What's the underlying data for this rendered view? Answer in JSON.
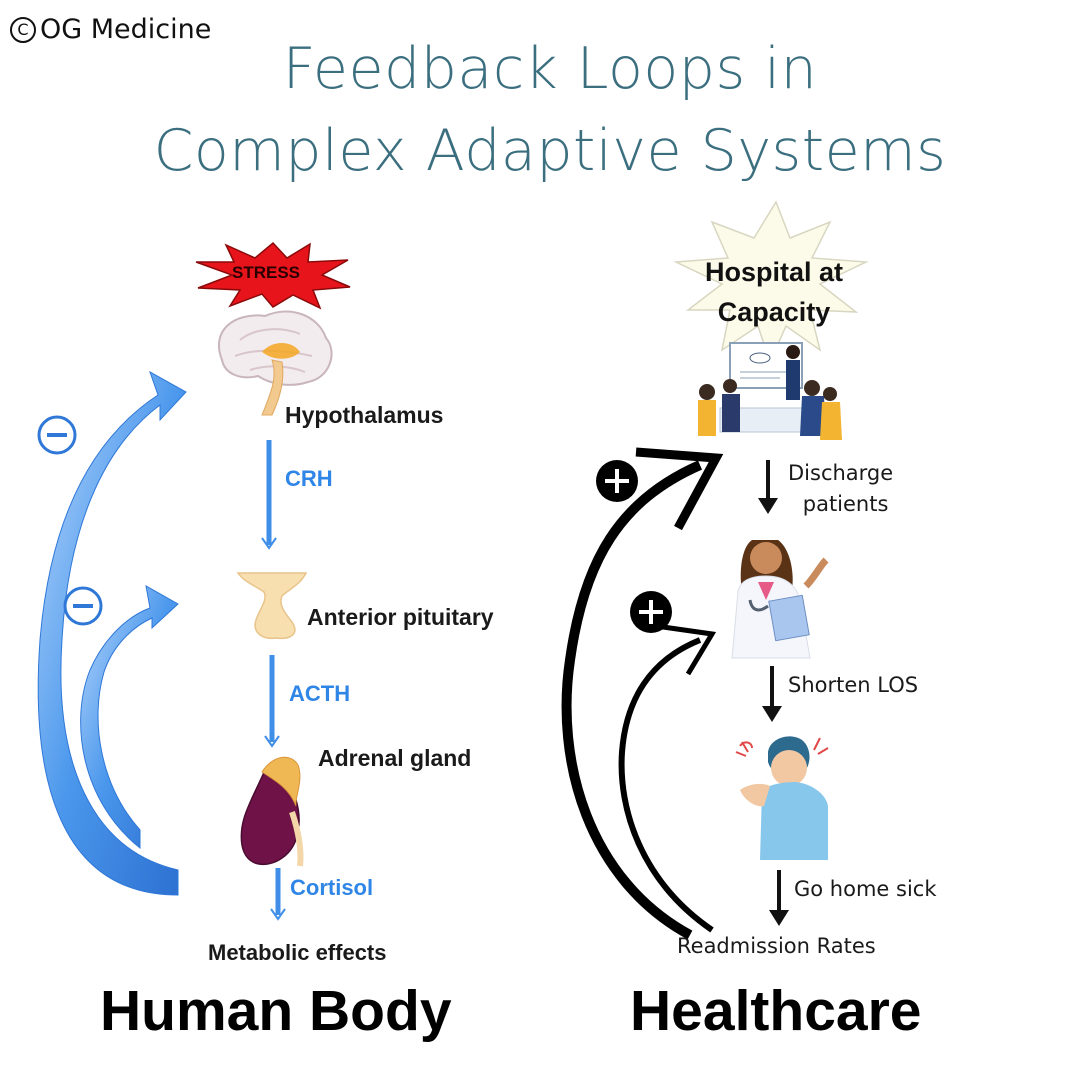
{
  "copyright": {
    "symbol": "C",
    "text": "OG Medicine"
  },
  "title": {
    "line1": "Feedback Loops in",
    "line2": "Complex Adaptive Systems"
  },
  "human_body": {
    "trigger": "STRESS",
    "organs": {
      "hypothalamus": "Hypothalamus",
      "pituitary": "Anterior pituitary",
      "adrenal": "Adrenal gland"
    },
    "hormones": {
      "crh": "CRH",
      "acth": "ACTH",
      "cortisol": "Cortisol"
    },
    "outcome": "Metabolic effects",
    "feedback_sign": "negative",
    "section_label": "Human Body"
  },
  "healthcare": {
    "trigger_line1": "Hospital at",
    "trigger_line2": "Capacity",
    "steps": {
      "discharge_line1": "Discharge",
      "discharge_line2": "patients",
      "shorten": "Shorten LOS",
      "go_home": "Go home sick"
    },
    "outcome": "Readmission Rates",
    "feedback_sign": "positive",
    "section_label": "Healthcare"
  },
  "colors": {
    "title": "#3b6f7f",
    "hormone": "#2f86e6",
    "arrow_blue": "#3f8ee8",
    "stress_red": "#e8141b"
  }
}
